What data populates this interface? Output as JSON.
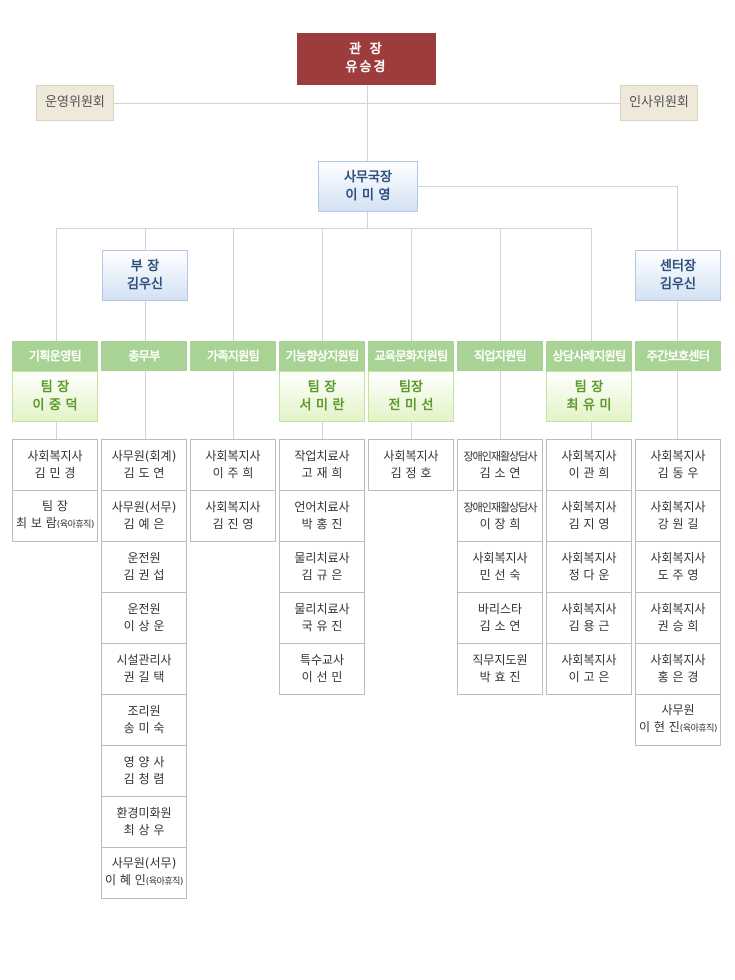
{
  "director": {
    "title": "관 장",
    "name": "유승경"
  },
  "committees": {
    "left": "운영위원회",
    "right": "인사위원회"
  },
  "secretary_general": {
    "title": "사무국장",
    "name": "이 미 영"
  },
  "manager": {
    "title": "부 장",
    "name": "김우신"
  },
  "center_head": {
    "title": "센터장",
    "name": "김우신"
  },
  "teams": [
    {
      "name": "기획운영팀",
      "leader": {
        "title": "팀 장",
        "name": "이 중 덕"
      },
      "staff": [
        {
          "role": "사회복지사",
          "name": "김 민 경"
        },
        {
          "role": "팀 장",
          "name": "최 보 람",
          "note": "(육아휴직)"
        }
      ]
    },
    {
      "name": "총무부",
      "staff": [
        {
          "role": "사무원(회계)",
          "name": "김 도 연"
        },
        {
          "role": "사무원(서무)",
          "name": "김 예 은"
        },
        {
          "role": "운전원",
          "name": "김 권 섭"
        },
        {
          "role": "운전원",
          "name": "이 상 운"
        },
        {
          "role": "시설관리사",
          "name": "권 길 택"
        },
        {
          "role": "조리원",
          "name": "송 미 숙"
        },
        {
          "role": "영 양 사",
          "name": "김 청 렴"
        },
        {
          "role": "환경미화원",
          "name": "최 상 우"
        },
        {
          "role": "사무원(서무)",
          "name": "이 혜 인",
          "note": "(육아휴직)"
        }
      ]
    },
    {
      "name": "가족지원팀",
      "staff": [
        {
          "role": "사회복지사",
          "name": "이 주 희"
        },
        {
          "role": "사회복지사",
          "name": "김 진 영"
        }
      ]
    },
    {
      "name": "기능향상지원팀",
      "leader": {
        "title": "팀 장",
        "name": "서 미 란"
      },
      "staff": [
        {
          "role": "작업치료사",
          "name": "고 재 희"
        },
        {
          "role": "언어치료사",
          "name": "박 홍 진"
        },
        {
          "role": "물리치료사",
          "name": "김 규 은"
        },
        {
          "role": "물리치료사",
          "name": "국 유 진"
        },
        {
          "role": "특수교사",
          "name": "이 선 민"
        }
      ]
    },
    {
      "name": "교육문화지원팀",
      "leader": {
        "title": "팀장",
        "name": "전 미 선"
      },
      "staff": [
        {
          "role": "사회복지사",
          "name": "김 정 호"
        }
      ]
    },
    {
      "name": "직업지원팀",
      "staff": [
        {
          "role": "장애인재활상담사",
          "name": "김 소 연"
        },
        {
          "role": "장애인재활상담사",
          "name": "이 장 희"
        },
        {
          "role": "사회복지사",
          "name": "민 선 숙"
        },
        {
          "role": "바리스타",
          "name": "김 소 연"
        },
        {
          "role": "직무지도원",
          "name": "박 효 진"
        }
      ]
    },
    {
      "name": "상담사례지원팀",
      "leader": {
        "title": "팀 장",
        "name": "최 유 미"
      },
      "staff": [
        {
          "role": "사회복지사",
          "name": "이 관 희"
        },
        {
          "role": "사회복지사",
          "name": "김 지 영"
        },
        {
          "role": "사회복지사",
          "name": "정 다 운"
        },
        {
          "role": "사회복지사",
          "name": "김 용 근"
        },
        {
          "role": "사회복지사",
          "name": "이 고 은"
        }
      ]
    },
    {
      "name": "주간보호센터",
      "staff": [
        {
          "role": "사회복지사",
          "name": "김 동 우"
        },
        {
          "role": "사회복지사",
          "name": "강 원 길"
        },
        {
          "role": "사회복지사",
          "name": "도 주 영"
        },
        {
          "role": "사회복지사",
          "name": "권 승 희"
        },
        {
          "role": "사회복지사",
          "name": "홍 은 경"
        },
        {
          "role": "사무원",
          "name": "이 현 진",
          "note": "(육아휴직)"
        }
      ]
    }
  ]
}
